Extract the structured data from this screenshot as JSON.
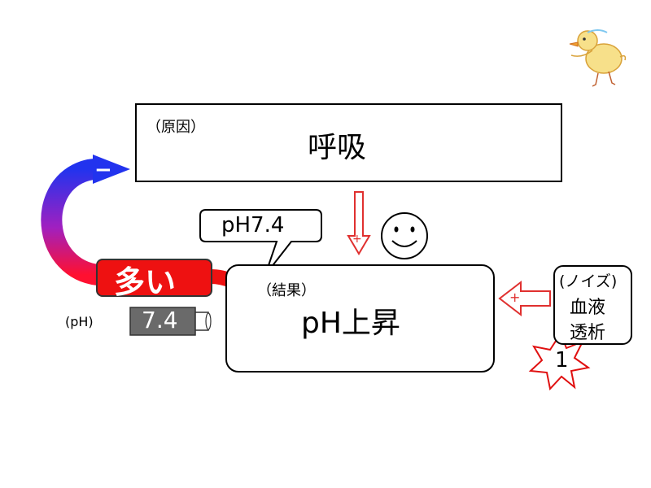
{
  "cause_box": {
    "tag": "（原因）",
    "title": "呼吸"
  },
  "result_box": {
    "tag": "（結果）",
    "title": "pH上昇"
  },
  "callout": {
    "text": "pH7.4"
  },
  "noise_box": {
    "line1": "(ノイズ)",
    "line2": "血液",
    "line3": "透析"
  },
  "many_label": "多い",
  "ph_label": "(pH)",
  "battery_value": "7.4",
  "minus_sign": "−",
  "plus_sign": "+",
  "burst_number": "1",
  "colors": {
    "down_arrow": "#1f1fd6",
    "red_arrow": "#e0302f",
    "gradient_top": "#2233ee",
    "gradient_bottom": "#ff1030",
    "many_fill": "#ee1111",
    "battery_fill": "#6a6a6a"
  }
}
